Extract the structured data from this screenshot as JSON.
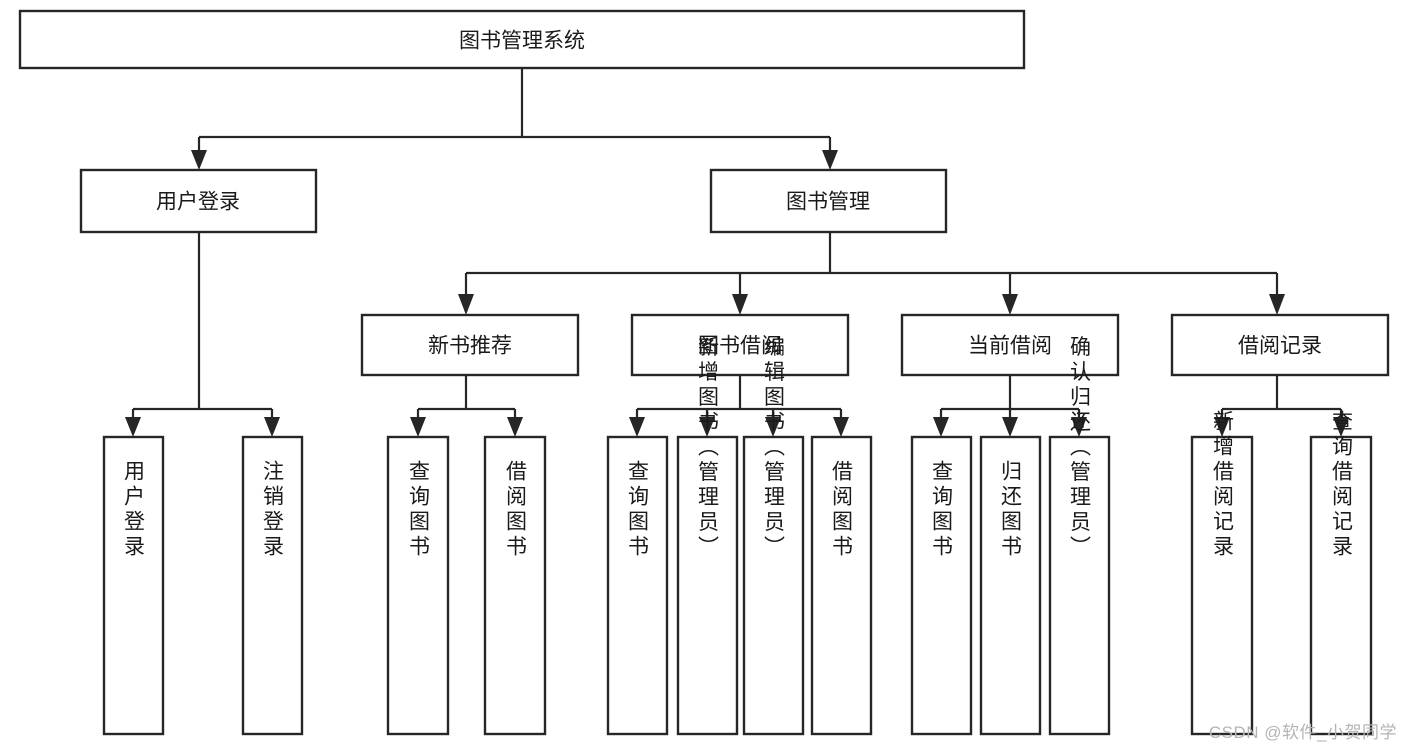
{
  "diagram": {
    "title": "图书管理系统",
    "type": "tree",
    "orientation": "top-down",
    "colors": {
      "box_stroke": "#262626",
      "box_fill": "#ffffff",
      "connector": "#262626",
      "text": "#1a1a1a",
      "background": "#ffffff",
      "watermark": "#b4b4b4"
    },
    "root": {
      "id": "root",
      "label": "图书管理系统",
      "text_direction": "horizontal"
    },
    "level2": [
      {
        "id": "user-login",
        "label": "用户登录",
        "text_direction": "horizontal"
      },
      {
        "id": "book-manage",
        "label": "图书管理",
        "text_direction": "horizontal"
      }
    ],
    "level3": [
      {
        "id": "new-book-recommend",
        "label": "新书推荐",
        "text_direction": "horizontal",
        "parent": "book-manage"
      },
      {
        "id": "book-borrow",
        "label": "图书借阅",
        "text_direction": "horizontal",
        "parent": "book-manage"
      },
      {
        "id": "current-borrow",
        "label": "当前借阅",
        "text_direction": "horizontal",
        "parent": "book-manage"
      },
      {
        "id": "borrow-record",
        "label": "借阅记录",
        "text_direction": "horizontal",
        "parent": "book-manage"
      }
    ],
    "leaves": {
      "user_login": [
        {
          "id": "leaf-user-login",
          "label": "用户登录",
          "text_direction": "vertical"
        },
        {
          "id": "leaf-user-logout",
          "label": "注销登录",
          "text_direction": "vertical"
        }
      ],
      "new_book_recommend": [
        {
          "id": "leaf-query-book-1",
          "label": "查询图书",
          "text_direction": "vertical"
        },
        {
          "id": "leaf-borrow-book-1",
          "label": "借阅图书",
          "text_direction": "vertical"
        }
      ],
      "book_borrow": [
        {
          "id": "leaf-query-book-2",
          "label": "查询图书",
          "text_direction": "vertical"
        },
        {
          "id": "leaf-add-book",
          "label": "新增图书（管理员）",
          "text_direction": "vertical"
        },
        {
          "id": "leaf-edit-book",
          "label": "编辑图书（管理员）",
          "text_direction": "vertical"
        },
        {
          "id": "leaf-borrow-book-2",
          "label": "借阅图书",
          "text_direction": "vertical"
        }
      ],
      "current_borrow": [
        {
          "id": "leaf-query-book-3",
          "label": "查询图书",
          "text_direction": "vertical"
        },
        {
          "id": "leaf-return-book",
          "label": "归还图书",
          "text_direction": "vertical"
        },
        {
          "id": "leaf-confirm-return",
          "label": "确认归还（管理员）",
          "text_direction": "vertical"
        }
      ],
      "borrow_record": [
        {
          "id": "leaf-add-borrow-record",
          "label": "新增借阅记录",
          "text_direction": "vertical"
        },
        {
          "id": "leaf-query-borrow-record",
          "label": "查询借阅记录",
          "text_direction": "vertical"
        }
      ]
    },
    "watermark": "CSDN @软件_小贺同学"
  }
}
